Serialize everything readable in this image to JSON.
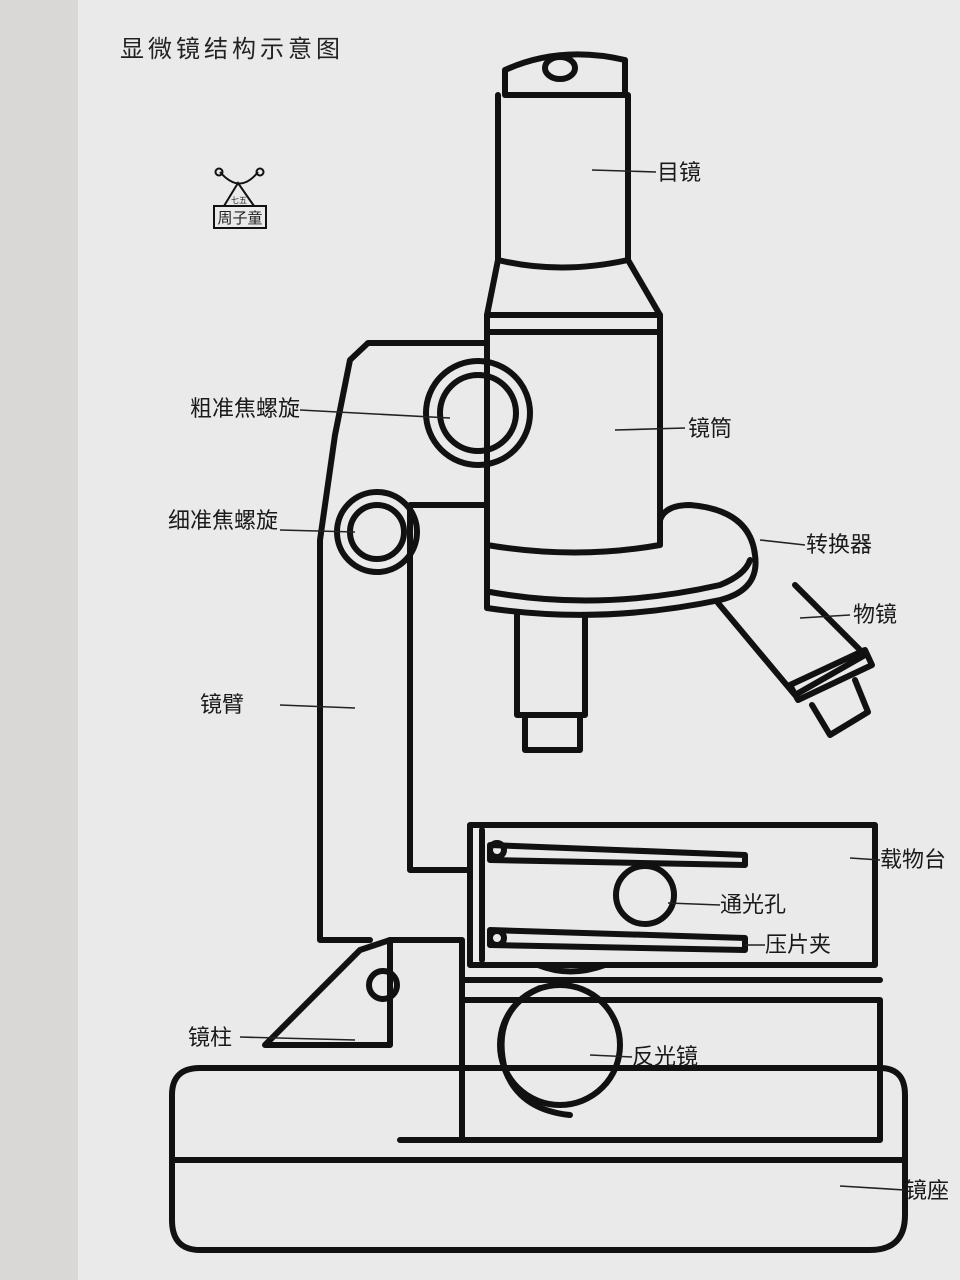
{
  "title": "显微镜结构示意图",
  "author": {
    "name": "周子童",
    "badge": "七五"
  },
  "labels": {
    "eyepiece": "目镜",
    "coarse_focus": "粗准焦螺旋",
    "tube": "镜筒",
    "fine_focus": "细准焦螺旋",
    "nosepiece": "转换器",
    "objective": "物镜",
    "arm": "镜臂",
    "stage": "载物台",
    "aperture": "通光孔",
    "stage_clip": "压片夹",
    "pillar": "镜柱",
    "mirror": "反光镜",
    "base": "镜座"
  }
}
